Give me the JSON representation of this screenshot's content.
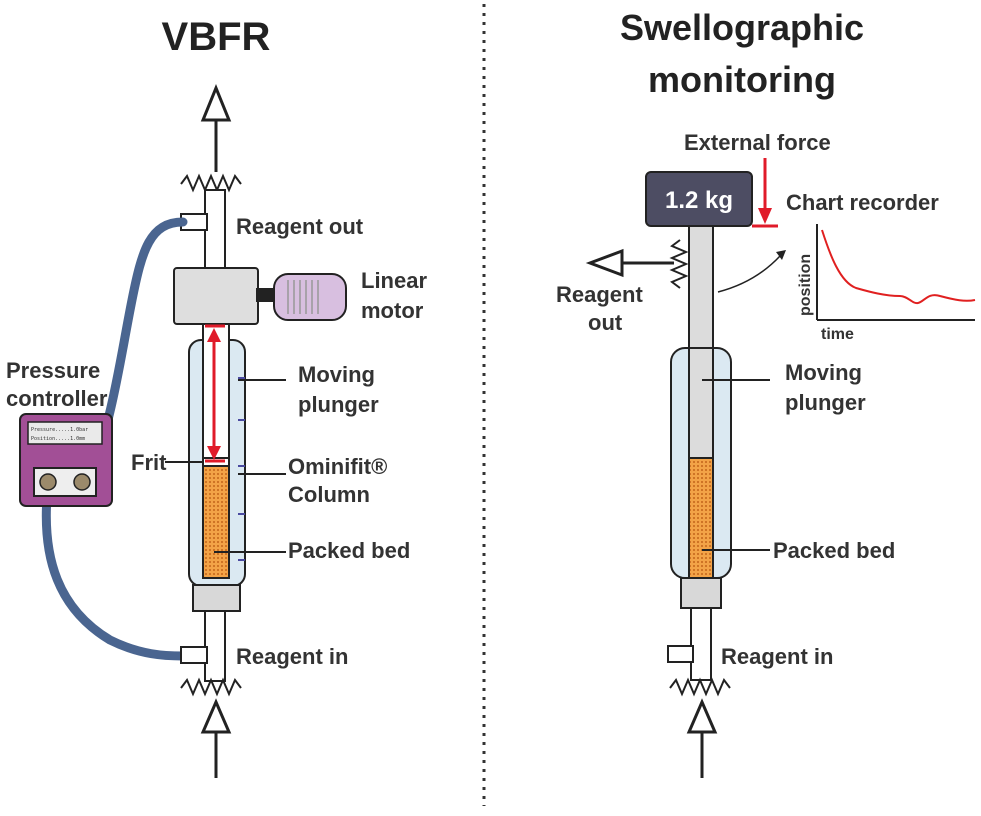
{
  "left_panel": {
    "title": "VBFR",
    "labels": {
      "reagent_out": "Reagent out",
      "linear_motor_line1": "Linear",
      "linear_motor_line2": "motor",
      "pressure_controller_line1": "Pressure",
      "pressure_controller_line2": "controller",
      "moving_plunger_line1": "Moving",
      "moving_plunger_line2": "plunger",
      "frit": "Frit",
      "column_line1": "Ominifit®",
      "column_line2": "Column",
      "packed_bed": "Packed bed",
      "reagent_in": "Reagent in"
    },
    "display_lines": [
      "Pressure.....1.0bar",
      "Position.....1.0mm"
    ]
  },
  "right_panel": {
    "title_line1": "Swellographic",
    "title_line2": "monitoring",
    "labels": {
      "external_force": "External force",
      "weight": "1.2 kg",
      "chart_recorder": "Chart recorder",
      "reagent_out_line1": "Reagent",
      "reagent_out_line2": "out",
      "moving_plunger_line1": "Moving",
      "moving_plunger_line2": "plunger",
      "packed_bed": "Packed bed",
      "reagent_in": "Reagent in"
    },
    "chart": {
      "xlabel": "time",
      "ylabel": "position",
      "trace_color": "#e02020"
    }
  },
  "colors": {
    "tube": "#4a6590",
    "controller_body": "#a24f96",
    "weight_box": "#4d4d63",
    "arrow_red": "#e01b2a",
    "bed_orange": "#e8862a",
    "column_glass": "#dbe9f2"
  }
}
